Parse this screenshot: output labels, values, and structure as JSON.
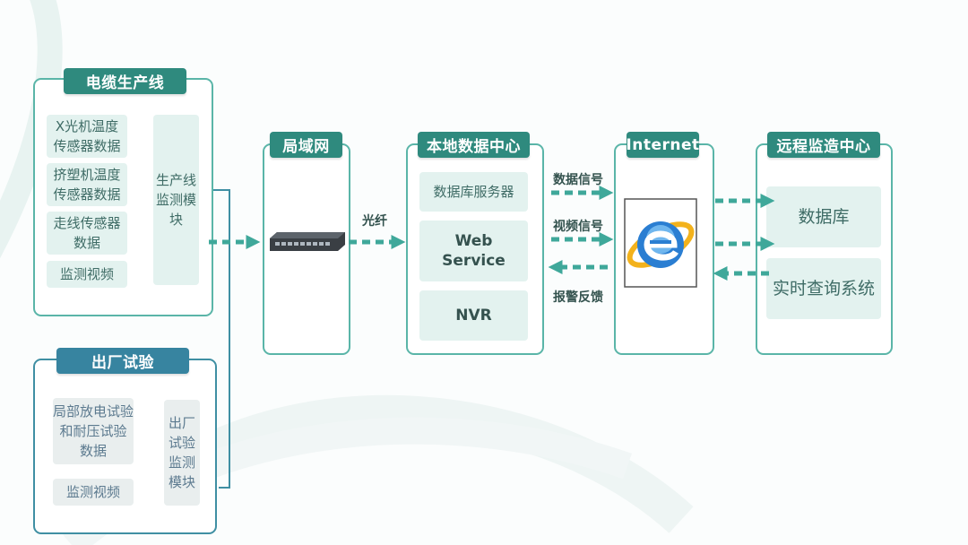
{
  "diagram": {
    "cable_line": {
      "title": "电缆生产线",
      "sources": [
        "X光机温度\n传感器数据",
        "挤塑机温度\n传感器数据",
        "走线传感器\n数据",
        "监测视频"
      ],
      "module": "生产线\n监测模\n块"
    },
    "factory_test": {
      "title": "出厂试验",
      "sources": [
        "局部放电试验\n和耐压试验\n数据",
        "监测视频"
      ],
      "module": "出厂\n试验\n监测\n模块"
    },
    "lan": {
      "title": "局域网"
    },
    "local_dc": {
      "title": "本地数据中心",
      "items": [
        "数据库服务器",
        "Web\nService",
        "NVR"
      ]
    },
    "internet": {
      "title": "Internet"
    },
    "remote": {
      "title": "远程监造中心",
      "items": [
        "数据库",
        "实时查询系统"
      ]
    },
    "edges": {
      "fiber": "光纤",
      "data_signal": "数据信号",
      "video_signal": "视频信号",
      "alarm_feedback": "报警反馈"
    }
  },
  "colors": {
    "accent": "#2f8a7e",
    "accent_blue": "#3784a0",
    "border": "#5ab5a8",
    "box_fill": "#e3f2ef",
    "arrow": "#3fa89a"
  },
  "icons": [
    "network-switch-icon",
    "internet-explorer-icon"
  ]
}
